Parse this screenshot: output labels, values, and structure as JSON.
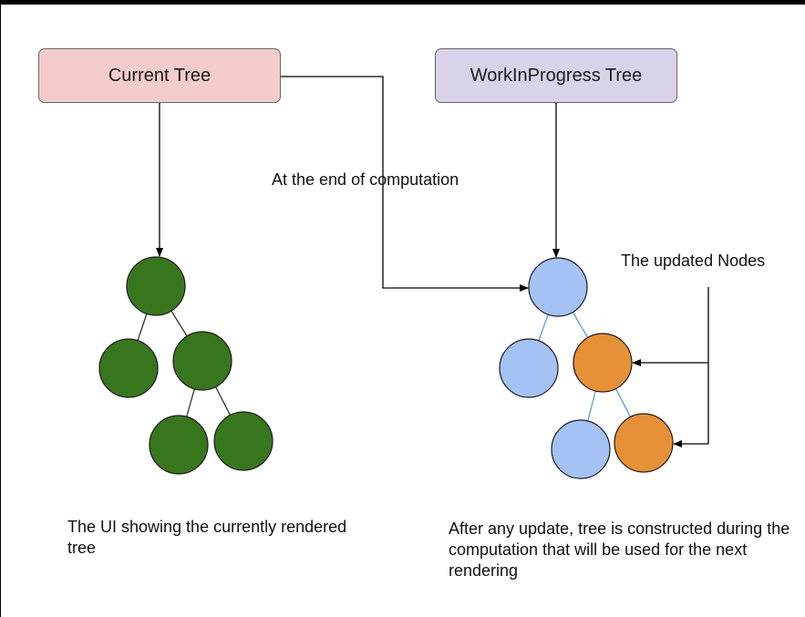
{
  "boxes": {
    "current": {
      "label": "Current Tree",
      "fill": "#f4cccc"
    },
    "wip": {
      "label": "WorkInProgress Tree",
      "fill": "#d9d2e9"
    }
  },
  "labels": {
    "end_of_computation": "At the end of computation",
    "updated_nodes": "The updated Nodes"
  },
  "captions": {
    "current": "The UI showing the currently rendered tree",
    "wip": "After any update, tree is constructed during the computation that will be used for the next rendering"
  },
  "colors": {
    "frame_background": "#000000",
    "canvas_background": "#ffffff",
    "current_node": "#38761d",
    "wip_node": "#a4c2f4",
    "updated_node": "#e69138",
    "current_edge": "#333333",
    "wip_edge": "#6fa8dc",
    "arrow": "#000000"
  }
}
